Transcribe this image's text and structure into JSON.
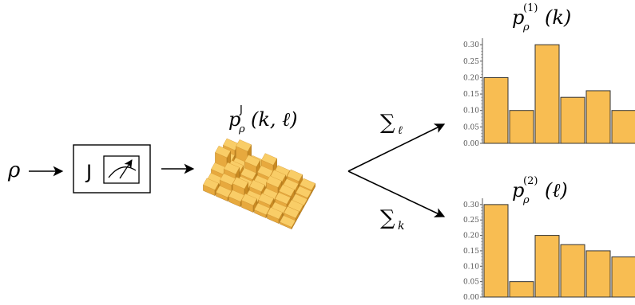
{
  "input_symbol": "ρ",
  "measurement_label": "J",
  "joint": {
    "p": "p",
    "sub": "ρ",
    "sup": "J",
    "args": "(k, ℓ)"
  },
  "sum_top": {
    "sym": "∑",
    "sub": "ℓ"
  },
  "sum_bottom": {
    "sym": "∑",
    "sub": "k"
  },
  "colors": {
    "bar_fill": "#f8bd52",
    "bar_stroke": "#333333",
    "axis": "#555555"
  },
  "icons": {
    "meter": "gauge-meter-icon"
  },
  "chart_data": [
    {
      "type": "bar",
      "title_parts": {
        "p": "p",
        "sub": "ρ",
        "sup": "(1)",
        "args": "(k)"
      },
      "values": [
        0.2,
        0.1,
        0.3,
        0.14,
        0.16,
        0.1
      ],
      "ylim": [
        0,
        0.31
      ],
      "yticks": [
        "0.00",
        "0.05",
        "0.10",
        "0.15",
        "0.20",
        "0.25",
        "0.30"
      ]
    },
    {
      "type": "bar",
      "title_parts": {
        "p": "p",
        "sub": "ρ",
        "sup": "(2)",
        "args": "(ℓ)"
      },
      "values": [
        0.3,
        0.05,
        0.2,
        0.17,
        0.15,
        0.13
      ],
      "ylim": [
        0,
        0.31
      ],
      "yticks": [
        "0.00",
        "0.05",
        "0.10",
        "0.15",
        "0.20",
        "0.25",
        "0.30"
      ]
    }
  ]
}
